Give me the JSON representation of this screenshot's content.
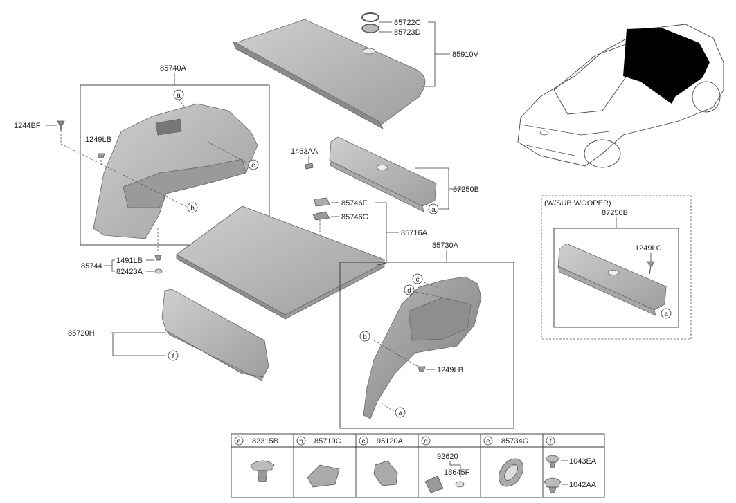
{
  "labels": {
    "p85722C": "85722C",
    "p85723D": "85723D",
    "p85910V": "85910V",
    "p85740A": "85740A",
    "p1244BF": "1244BF",
    "p1249LB_left": "1249LB",
    "p1463AA": "1463AA",
    "p87250B_main": "87250B",
    "p85746F": "85746F",
    "p85746G": "85746G",
    "p85716A": "85716A",
    "p85744": "85744",
    "p1491LB": "1491LB",
    "p82423A": "82423A",
    "p85730A": "85730A",
    "p1249LB_right": "1249LB",
    "p85720H": "85720H",
    "subwoofer_title": "(W/SUB WOOPER)",
    "p87250B_sub": "87250B",
    "p1249LC": "1249LC"
  },
  "callouts": {
    "a": "a",
    "b": "b",
    "c": "c",
    "d": "d",
    "e": "e",
    "f": "f"
  },
  "legend": [
    {
      "key": "a",
      "part": "82315B"
    },
    {
      "key": "b",
      "part": "85719C"
    },
    {
      "key": "c",
      "part": "95120A"
    },
    {
      "key": "d",
      "part": "",
      "sub": [
        "92620",
        "18645F"
      ]
    },
    {
      "key": "e",
      "part": "85734G"
    },
    {
      "key": "f",
      "part": "",
      "sub": [
        "1043EA",
        "1042AA"
      ]
    }
  ]
}
